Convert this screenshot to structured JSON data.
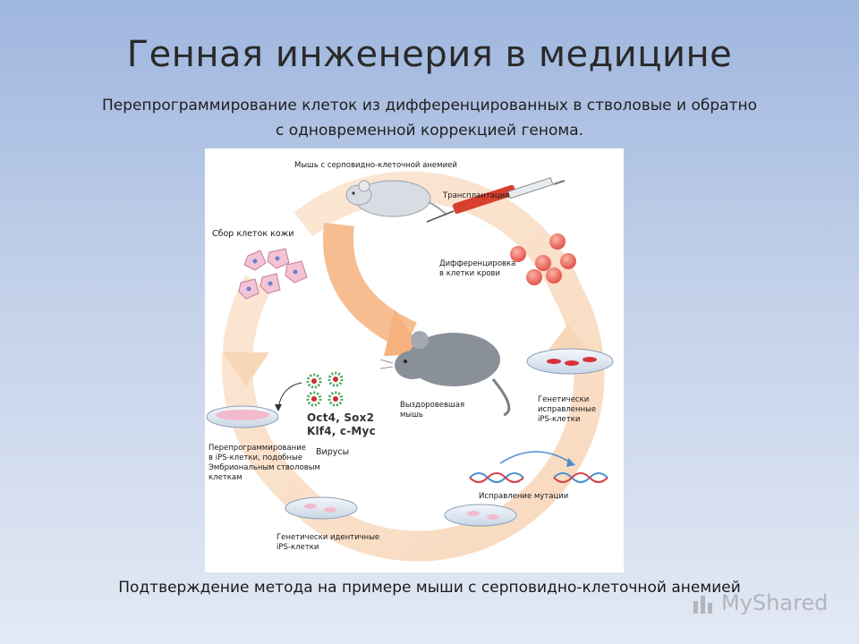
{
  "slide": {
    "title": "Генная инженерия в медицине",
    "subtitle_line1": "Перепрограммирование клеток из дифференцированных в стволовые и обратно",
    "subtitle_line2": "с одновременной коррекцией генома.",
    "caption": "Подтверждение метода на примере мыши с серповидно-клеточной анемией",
    "watermark": "MyShared"
  },
  "diagram": {
    "labels": {
      "sick_mouse": "Мышь с серповидно-клеточной анемией",
      "transplant": "Трансплантация",
      "skin_cells": "Сбор клеток кожи",
      "differentiation_1": "Дифференцировка",
      "differentiation_2": "в клетки крови",
      "corrected_1": "Генетически",
      "corrected_2": "исправленные",
      "corrected_3": "iPS-клетки",
      "recovered_1": "Выздоровевшая",
      "recovered_2": "мышь",
      "factors_1": "Oct4, Sox2",
      "factors_2": "Klf4, c-Myc",
      "viruses": "Вирусы",
      "reprog_1": "Перепрограммирование",
      "reprog_2": "в iPS-клетки, подобные",
      "reprog_3": "Эмбриональным стволовым",
      "reprog_4": "клеткам",
      "mutation_fix": "Исправление мутации",
      "identical_1": "Генетически идентичные",
      "identical_2": "iPS-клетки"
    },
    "colors": {
      "cycle_arrow": "#f8dcc4",
      "center_arrow": "#f6b98a",
      "blood_cell": "#e8564e",
      "dish_red": "#d8333a",
      "virus": "#4aa85a",
      "dna_blue": "#4a8fd0",
      "dna_red": "#d8404a"
    }
  }
}
